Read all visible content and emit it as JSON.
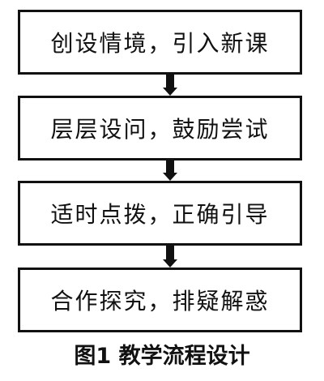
{
  "diagram": {
    "steps": [
      {
        "text": "创设情境，引入新课"
      },
      {
        "text": "层层设问，鼓励尝试"
      },
      {
        "text": "适时点拨，正确引导"
      },
      {
        "text": "合作探究，排疑解惑"
      }
    ],
    "caption": "图1 教学流程设计"
  }
}
